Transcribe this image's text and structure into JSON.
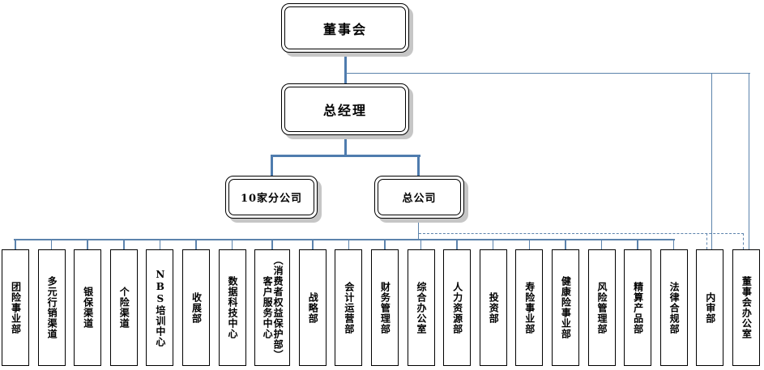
{
  "org": {
    "board": {
      "label": "董事会"
    },
    "general_manager": {
      "label": "总经理"
    },
    "branches": {
      "label": "10家分公司"
    },
    "head_office": {
      "label": "总公司"
    },
    "departments": [
      {
        "label": "团险事业部"
      },
      {
        "label": "多元行销渠道"
      },
      {
        "label": "银保渠道"
      },
      {
        "label": "个险渠道"
      },
      {
        "label": "NBS培训中心"
      },
      {
        "label": "收展部"
      },
      {
        "label": "数据科技中心"
      },
      {
        "label": "客户服务中心（消费者权益保护部）",
        "lines": [
          "客户服务中心",
          "︵消费者权益保护部︶"
        ],
        "wide": true
      },
      {
        "label": "战略部"
      },
      {
        "label": "会计运营部"
      },
      {
        "label": "财务管理部"
      },
      {
        "label": "综合办公室"
      },
      {
        "label": "人力资源部"
      },
      {
        "label": "投资部"
      },
      {
        "label": "寿险事业部"
      },
      {
        "label": "健康险事业部"
      },
      {
        "label": "风险管理部"
      },
      {
        "label": "精算产品部"
      },
      {
        "label": "法律合规部"
      },
      {
        "label": "内审部",
        "dashed_link": true
      },
      {
        "label": "董事会办公室",
        "dashed_link": true
      }
    ],
    "colors": {
      "thick_line": "#4f7cae",
      "thin_line": "#5c83ac",
      "shadow": "#c6c6c6",
      "border": "#000000"
    }
  }
}
